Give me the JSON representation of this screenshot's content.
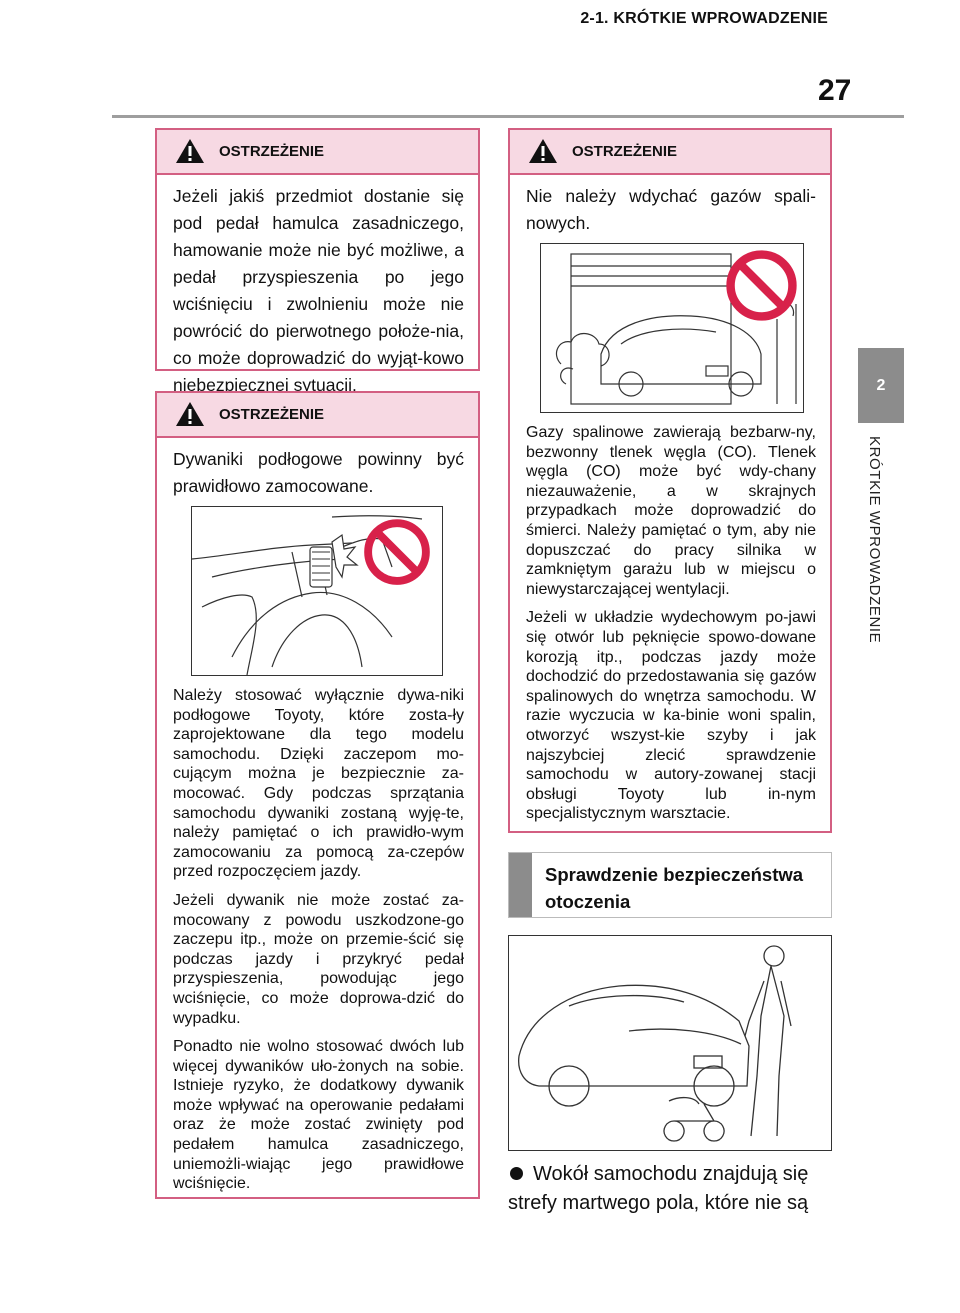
{
  "header": {
    "title": "2-1. KRÓTKIE WPROWADZENIE",
    "page_number": "27"
  },
  "side_tab": {
    "chapter": "2",
    "label": "KRÓTKIE WPROWADZENIE"
  },
  "warnings": [
    {
      "title": "OSTRZEŻENIE",
      "lead": "Jeżeli jakiś przedmiot dostanie się pod pedał hamulca zasadniczego, hamowanie może nie być możliwe, a pedał przyspieszenia po jego wciśnięciu i zwolnieniu może nie powrócić do pierwotnego położe-nia, co może doprowadzić do wyjąt-kowo niebezpiecznej sytuacji."
    },
    {
      "title": "OSTRZEŻENIE",
      "lead": "Dywaniki podłogowe powinny być prawidłowo zamocowane.",
      "p1": "Należy stosować wyłącznie dywa-niki podłogowe Toyoty, które zosta-ły zaprojektowane dla tego modelu samochodu. Dzięki zaczepom mo-cującym można je bezpiecznie za-mocować. Gdy podczas sprzątania samochodu dywaniki zostaną wyję-te, należy pamiętać o ich prawidło-wym zamocowaniu za pomocą za-czepów przed rozpoczęciem jazdy.",
      "p2": "Jeżeli dywanik nie może zostać za-mocowany z powodu uszkodzone-go zaczepu itp., może on przemie-ścić się podczas jazdy i przykryć pedał przyspieszenia, powodując jego wciśnięcie, co może doprowa-dzić do wypadku.",
      "p3": "Ponadto nie wolno stosować dwóch lub więcej dywaników uło-żonych na sobie. Istnieje ryzyko, że dodatkowy dywanik może wpływać na operowanie pedałami oraz że może zostać zwinięty pod pedałem hamulca zasadniczego, uniemożli-wiając jego prawidłowe wciśnięcie."
    },
    {
      "title": "OSTRZEŻENIE",
      "lead": "Nie należy wdychać gazów spali-nowych.",
      "p1": "Gazy spalinowe zawierają bezbarw-ny, bezwonny tlenek węgla (CO). Tlenek węgla (CO) może być wdy-chany niezauważenie, a w skrajnych przypadkach może doprowadzić do śmierci. Należy pamiętać o tym, aby nie dopuszczać do pracy silnika w zamkniętym garażu lub w miejscu o niewystarczającej wentylacji.",
      "p2": "Jeżeli w układzie wydechowym po-jawi się otwór lub pęknięcie spowo-dowane korozją itp., podczas jazdy może dochodzić do przedostawania się gazów spalinowych do wnętrza samochodu. W razie wyczucia w ka-binie woni spalin, otworzyć wszyst-kie szyby i jak najszybciej zlecić sprawdzenie samochodu w autory-zowanej stacji obsługi Toyoty lub in-nym specjalistycznym warsztacie."
    }
  ],
  "section": {
    "title": "Sprawdzenie bezpieczeństwa otoczenia"
  },
  "bullet": {
    "text": "Wokół samochodu znajdują się strefy martwego pola, które nie są"
  },
  "colors": {
    "warning_border": "#d35f82",
    "warning_header_bg": "#f7d9e3",
    "prohibition_red": "#d8214a",
    "tab_gray": "#8c8c8c"
  },
  "icons": [
    "warning-triangle-icon",
    "prohibition-sign-icon",
    "bullet-dot-icon"
  ]
}
